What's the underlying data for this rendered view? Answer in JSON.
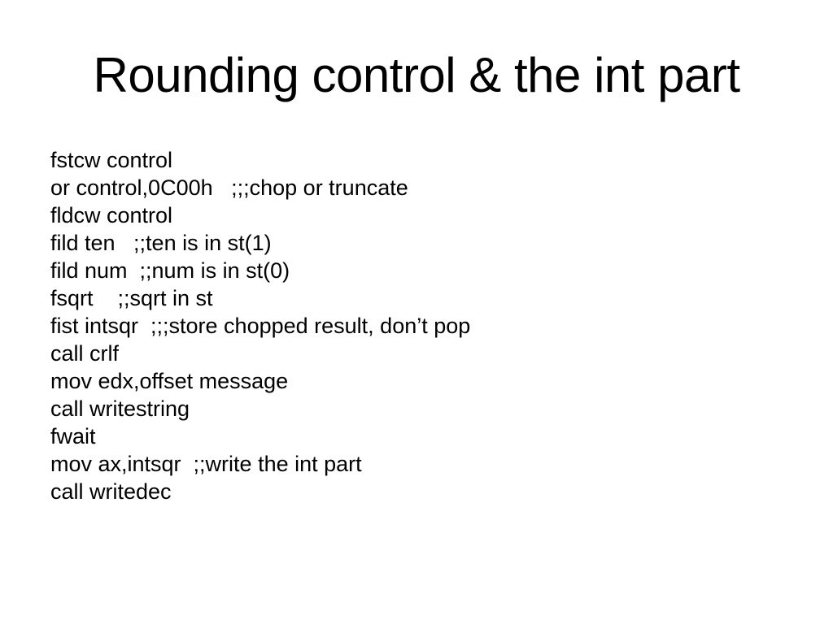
{
  "slide": {
    "title": "Rounding control & the int part",
    "code_lines": [
      "fstcw control",
      "or control,0C00h   ;;;chop or truncate",
      "fldcw control",
      "fild ten   ;;ten is in st(1)",
      "fild num  ;;num is in st(0)",
      "fsqrt    ;;sqrt in st",
      "fist intsqr  ;;;store chopped result, don’t pop",
      "call crlf",
      "mov edx,offset message",
      "call writestring",
      "fwait",
      "mov ax,intsqr  ;;write the int part",
      "call writedec"
    ],
    "colors": {
      "background": "#ffffff",
      "text": "#000000"
    }
  }
}
